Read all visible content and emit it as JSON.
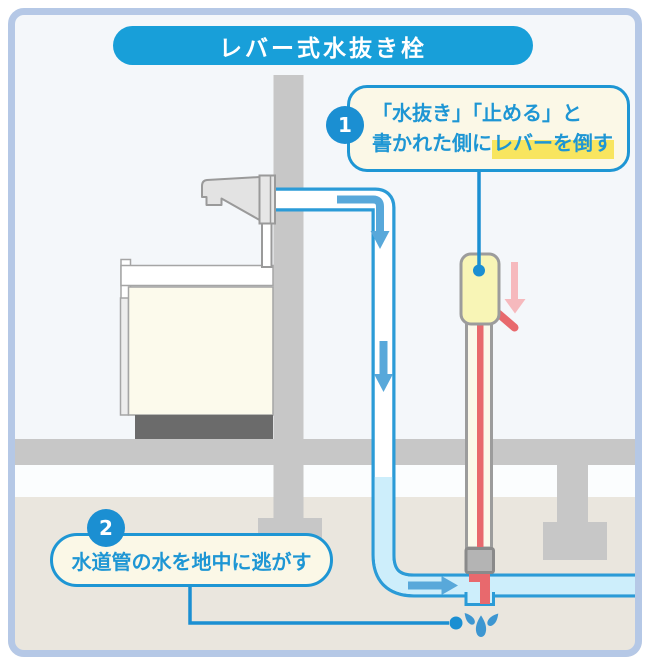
{
  "title": "レバー式水抜き栓",
  "steps": [
    {
      "number": "1",
      "line1": "「水抜き」「止める」と",
      "line2_prefix": "書かれた側に",
      "line2_highlight": "レバーを倒す"
    },
    {
      "number": "2",
      "text": "水道管の水を地中に逃がす"
    }
  ],
  "colors": {
    "accent_blue": "#189fd9",
    "callout_border_blue": "#1e96d4",
    "callout_fill": "#fbf8e7",
    "highlight_yellow": "#f8e55f",
    "pipe_border_blue": "#2b9bd7",
    "water_fill": "#cdeefb",
    "flow_arrow_blue": "#58a8da",
    "lever_red": "#e8696d",
    "pink_arrow": "#f6b9bd",
    "device_yellow": "#f8f5b6",
    "ground_beige": "#eae6de",
    "structure_gray": "#c7c7c7",
    "frame_border": "#b5c8e6"
  },
  "icons": {
    "faucet": "faucet-icon",
    "flow_arrow": "water-flow-arrow-icon",
    "push_down_arrow": "pink-down-arrow-icon",
    "lever": "lever-icon",
    "splash": "water-splash-icon"
  }
}
